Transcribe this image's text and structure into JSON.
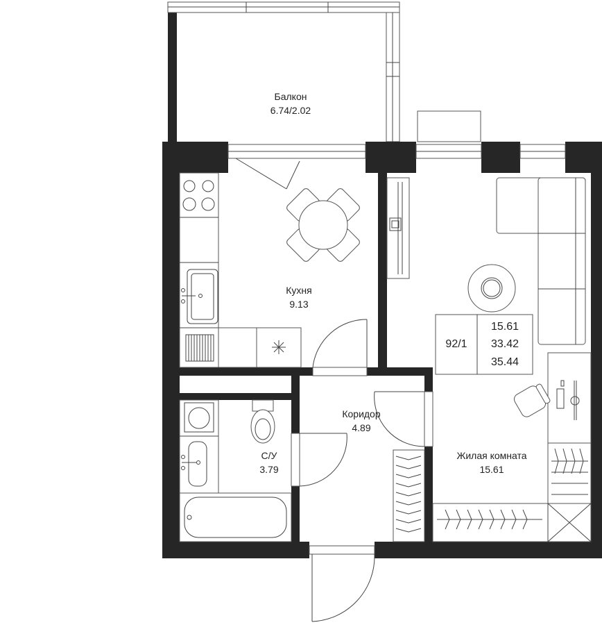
{
  "rooms": {
    "balcony": {
      "name": "Балкон",
      "area": "6.74/2.02"
    },
    "kitchen": {
      "name": "Кухня",
      "area": "9.13"
    },
    "corridor": {
      "name": "Коридор",
      "area": "4.89"
    },
    "bathroom": {
      "name": "С/У",
      "area": "3.79"
    },
    "living": {
      "name": "Жилая комната",
      "area": "15.61"
    }
  },
  "info_box": {
    "apartment_number": "92/1",
    "living_area": "15.61",
    "total_area": "33.42",
    "total_with_balcony": "35.44"
  },
  "colors": {
    "wall": "#262626",
    "line": "#555555",
    "background": "#ffffff"
  }
}
